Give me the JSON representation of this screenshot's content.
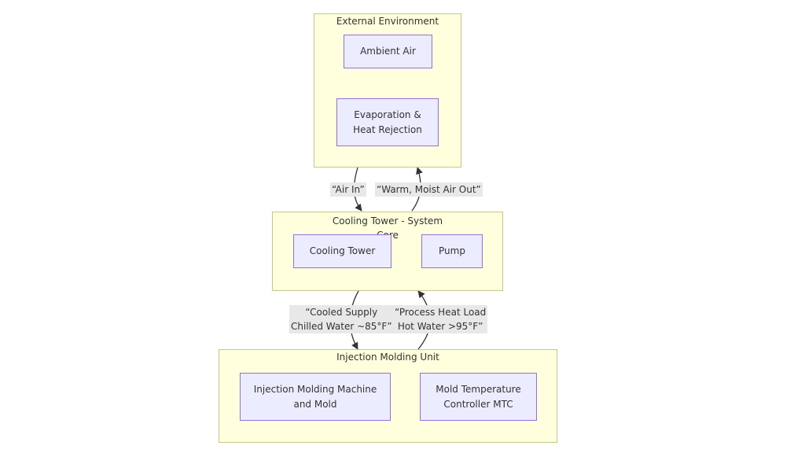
{
  "groups": {
    "external": {
      "title": "External Environment"
    },
    "cooling": {
      "title": "Cooling Tower - System\nCore"
    },
    "injection": {
      "title": "Injection Molding Unit"
    }
  },
  "nodes": {
    "ambient_air": "Ambient Air",
    "evaporation": "Evaporation &\nHeat Rejection",
    "cooling_tower": "Cooling Tower",
    "pump": "Pump",
    "molding_machine": "Injection Molding Machine\nand Mold",
    "mtc": "Mold Temperature\nController MTC"
  },
  "edges": {
    "air_in": "“Air In”",
    "warm_air_out": "“Warm, Moist Air Out”",
    "cooled_supply": "“Cooled Supply\nChilled Water ~85°F”",
    "process_heat": "“Process Heat Load\nHot Water >95°F”"
  },
  "colors": {
    "group_fill": "#ffffde",
    "group_border": "#c4c88c",
    "node_fill": "#ececff",
    "node_border": "#9370db",
    "edge_stroke": "#333333",
    "label_bg": "#e8e8e8"
  }
}
